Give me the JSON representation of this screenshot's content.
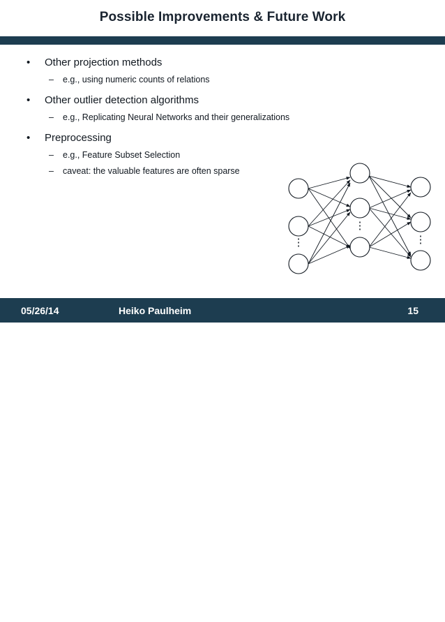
{
  "slide": {
    "title": "Possible Improvements & Future Work",
    "accent_color": "#1d3d50",
    "bullets": [
      {
        "level": 1,
        "marker": "•",
        "text": "Other projection methods"
      },
      {
        "level": 2,
        "marker": "–",
        "text": "e.g., using numeric counts of relations"
      },
      {
        "level": 1,
        "marker": "•",
        "text": "Other outlier detection algorithms"
      },
      {
        "level": 2,
        "marker": "–",
        "text": "e.g., Replicating Neural Networks and their generalizations"
      },
      {
        "level": 1,
        "marker": "•",
        "text": "Preprocessing"
      },
      {
        "level": 2,
        "marker": "–",
        "text": "e.g., Feature Subset Selection"
      },
      {
        "level": 2,
        "marker": "–",
        "text": "caveat: the valuable features are often sparse"
      }
    ],
    "figure": {
      "name": "neural-network-diagram",
      "vertical_dots": "⋮",
      "layers": [
        {
          "name": "input-layer",
          "nodes": 3
        },
        {
          "name": "hidden-layer",
          "nodes": 3
        },
        {
          "name": "output-layer",
          "nodes": 3
        }
      ]
    }
  },
  "footer": {
    "date": "05/26/14",
    "author": "Heiko Paulheim",
    "page_number": "15"
  }
}
